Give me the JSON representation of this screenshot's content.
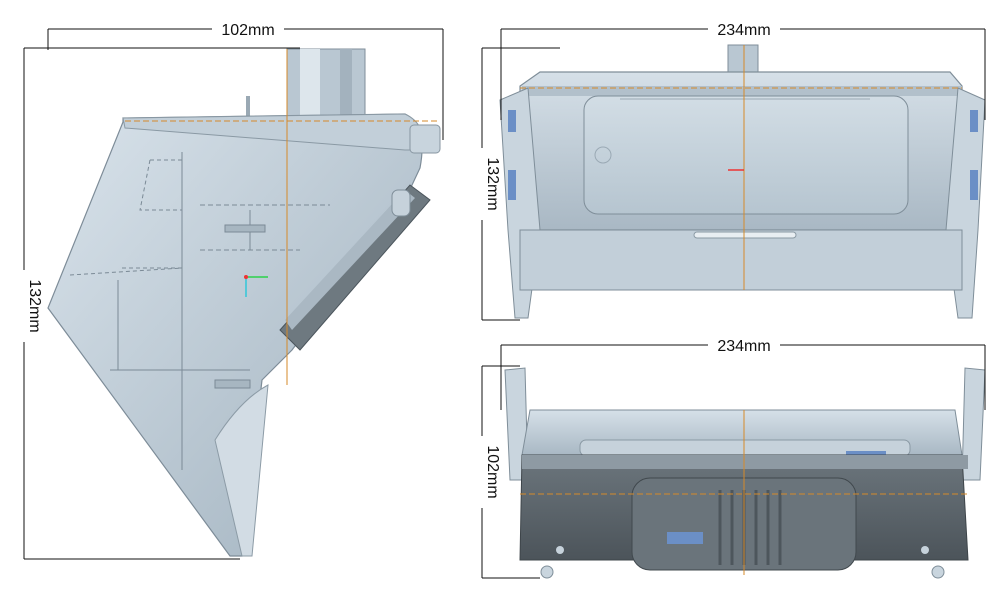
{
  "views": {
    "side": {
      "width_label": "102mm",
      "height_label": "132mm"
    },
    "front": {
      "width_label": "234mm",
      "height_label": "132mm"
    },
    "bottom": {
      "width_label": "234mm",
      "height_label": "102mm"
    }
  },
  "colors": {
    "body_light": "#c9d5de",
    "body_mid": "#aebdc9",
    "body_dark": "#8797a3",
    "housing_dark": "#5d666d",
    "centerline": "#d58a2a",
    "dimension_line": "#111111",
    "accent_blue": "#6b8fc6"
  }
}
